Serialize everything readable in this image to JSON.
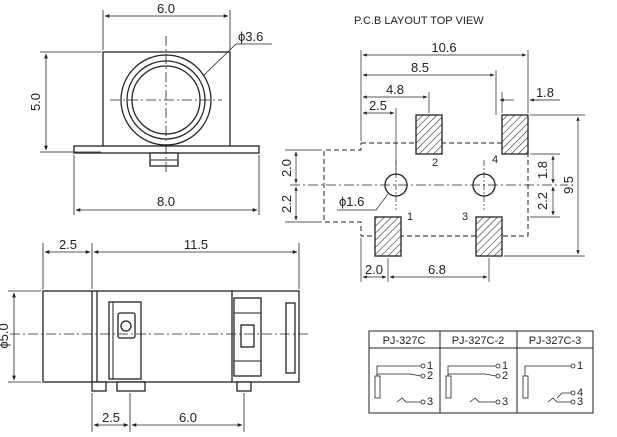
{
  "front_view": {
    "width": "6.0",
    "diameter": "ϕ3.6",
    "height": "5.0",
    "base_width": "8.0"
  },
  "side_view": {
    "offset": "2.5",
    "length": "11.5",
    "diameter": "ϕ5.0",
    "pin_offset": "2.5",
    "pin_pitch": "6.0"
  },
  "pcb_layout": {
    "title": "P.C.B LAYOUT    TOP VIEW",
    "dim_10_6": "10.6",
    "dim_8_5": "8.5",
    "dim_4_8": "4.8",
    "dim_2_5": "2.5",
    "dim_1_8_top": "1.8",
    "dim_2_0_left": "2.0",
    "dim_2_2_left": "2.2",
    "dim_1_8_right": "1.8",
    "dim_2_2_right": "2.2",
    "dim_9_5": "9.5",
    "hole": "ϕ1.6",
    "dim_2_0_bottom": "2.0",
    "dim_6_8": "6.8",
    "pad_1": "1",
    "pad_2": "2",
    "pad_3": "3",
    "pad_4": "4"
  },
  "model_table": {
    "headers": [
      "PJ-327C",
      "PJ-327C-2",
      "PJ-327C-3"
    ],
    "pins": {
      "c1": [
        "1",
        "2",
        "3"
      ],
      "c2": [
        "1",
        "2",
        "3"
      ],
      "c3": [
        "1",
        "4",
        "3"
      ]
    }
  }
}
